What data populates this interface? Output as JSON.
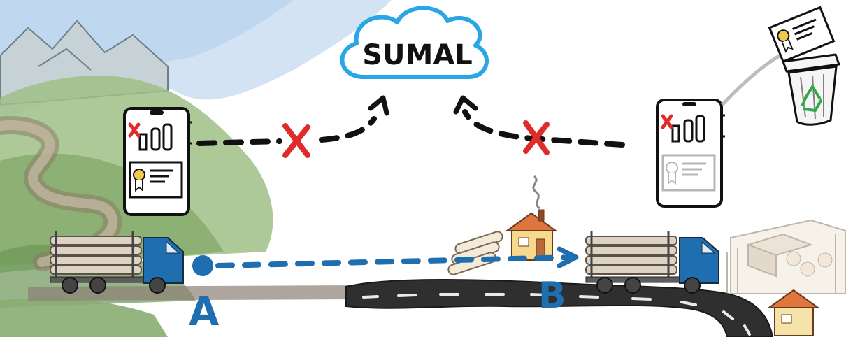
{
  "cloud": {
    "label": "SUMAL"
  },
  "points": {
    "start": "A",
    "end": "B"
  },
  "colors": {
    "route_blue": "#1f6fb0",
    "cross_red": "#e02b2b",
    "cloud_outline": "#2aa6e6",
    "sky": "#b9d3ee",
    "hills": "#8fb37a",
    "road": "#2f2f2f"
  }
}
